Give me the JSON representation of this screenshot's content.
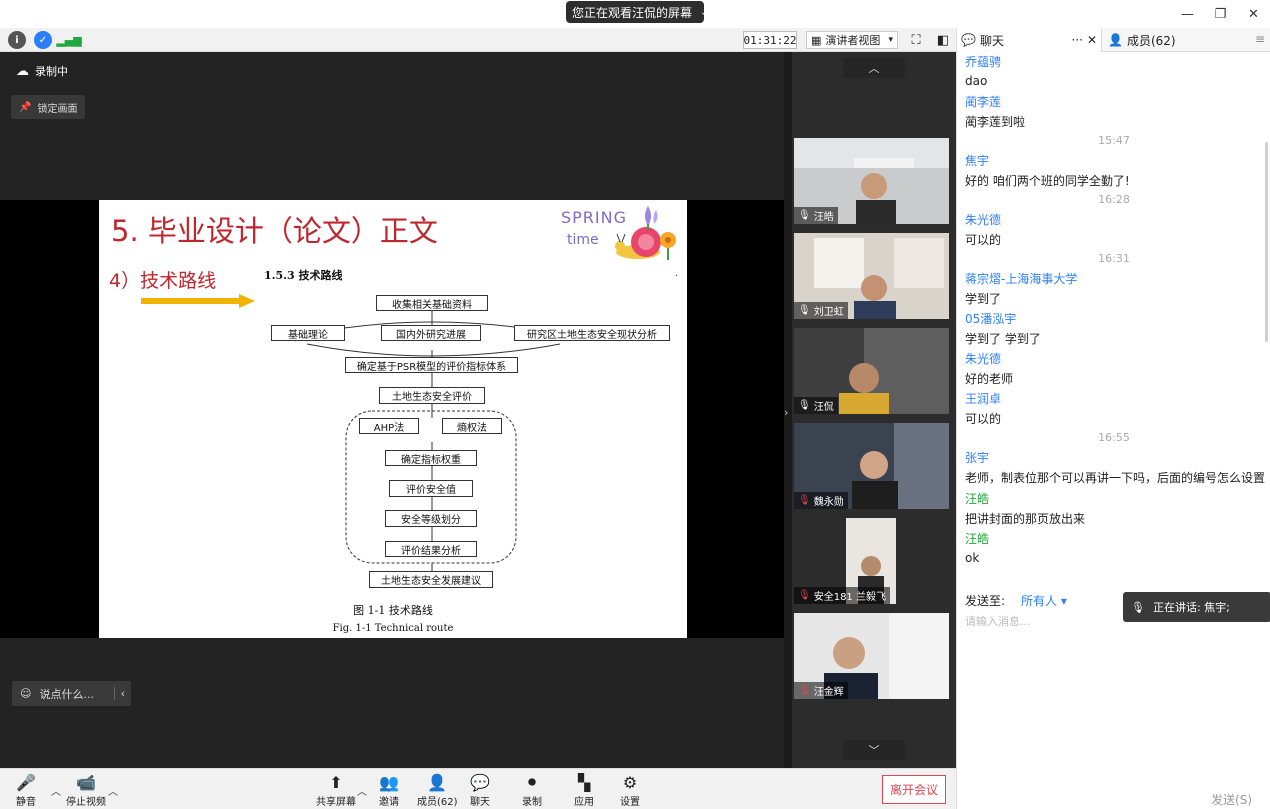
{
  "window": {
    "share_banner": "您正在观看汪侃的屏幕",
    "ctrl_min": "—",
    "ctrl_max": "❐",
    "ctrl_close": "✕"
  },
  "toolbar": {
    "timer": "01:31:22",
    "view_label": "演讲者视图",
    "view_caret": "▾"
  },
  "main": {
    "recording": "录制中",
    "lock_screen": "锁定画面",
    "say_placeholder": "说点什么...",
    "say_collapse": "‹"
  },
  "slide": {
    "title": "5. 毕业设计（论文）正文",
    "spring_word": "SPRING",
    "spring_time": "time",
    "subtitle": "4）技术路线",
    "section_heading": "1.5.3 技术路线",
    "dot": ".",
    "flow": {
      "collect": "收集相关基础资料",
      "basic_theory": "基础理论",
      "research_progress": "国内外研究进展",
      "status_analysis": "研究区土地生态安全现状分析",
      "psr": "确定基于PSR模型的评价指标体系",
      "eval": "土地生态安全评价",
      "ahp": "AHP法",
      "entropy": "熵权法",
      "weights": "确定指标权重",
      "safety_value": "评价安全值",
      "level": "安全等级划分",
      "result": "评价结果分析",
      "suggest": "土地生态安全发展建议"
    },
    "caption_cn": "图 1-1  技术路线",
    "caption_en": "Fig. 1-1 Technical route"
  },
  "videos": {
    "up": "︿",
    "down": "﹀",
    "handle": "›",
    "tiles": [
      {
        "name": "汪皓"
      },
      {
        "name": "刘卫虹"
      },
      {
        "name": "汪侃"
      },
      {
        "name": "魏永勋"
      },
      {
        "name": "安全181 兰毅飞"
      },
      {
        "name": "汪金辉"
      }
    ]
  },
  "chat": {
    "tab_chat": "聊天",
    "tab_more": "···",
    "tab_close": "✕",
    "tab_members": "成员(62)",
    "tab_menu": "≡",
    "messages": [
      {
        "sender": "乔蕴骋"
      },
      {
        "text": "dao"
      },
      {
        "sender": "蔺李莲"
      },
      {
        "text": "蔺李莲到啦"
      },
      {
        "time": "15:47"
      },
      {
        "sender": "焦宇"
      },
      {
        "text": "好的 咱们两个班的同学全勤了!"
      },
      {
        "time": "16:28"
      },
      {
        "sender": "朱光德"
      },
      {
        "text": "可以的"
      },
      {
        "time": "16:31"
      },
      {
        "sender": "蒋宗熠-上海海事大学"
      },
      {
        "text": "学到了"
      },
      {
        "sender": "05潘泓宇"
      },
      {
        "text": "学到了 学到了"
      },
      {
        "sender": "朱光德"
      },
      {
        "text": "好的老师"
      },
      {
        "sender": "王润卓"
      },
      {
        "text": "可以的"
      },
      {
        "time": "16:55"
      },
      {
        "sender": "张宇"
      },
      {
        "text": "老师，制表位那个可以再讲一下吗，后面的编号怎么设置"
      },
      {
        "sender": "汪皓"
      },
      {
        "text": "把讲封面的那页放出来"
      },
      {
        "sender": "汪皓"
      },
      {
        "text": "ok"
      }
    ],
    "send_to_label": "发送至:",
    "send_to_value": "所有人",
    "send_to_caret": "▾",
    "input_placeholder": "请输入消息...",
    "speaking": "正在讲话: 焦宇;",
    "send_button": "发送(S)"
  },
  "bottombar": {
    "mute": "静音",
    "stop_video": "停止视频",
    "share": "共享屏幕",
    "invite": "邀请",
    "members": "成员(62)",
    "chat": "聊天",
    "record": "录制",
    "apps": "应用",
    "settings": "设置",
    "leave": "离开会议",
    "caret": "︿"
  },
  "colors": {
    "accent": "#2d7ff9",
    "green": "#1fa83b",
    "danger": "#e0474e",
    "slide_red": "#c0262d"
  }
}
